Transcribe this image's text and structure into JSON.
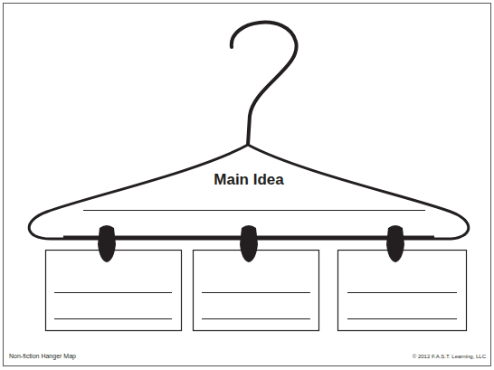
{
  "diagram": {
    "nodes": [
      {
        "text": [
          "Main Idea"
        ]
      }
    ],
    "labels": [
      "Non-fiction Hanger Map",
      "© 2012 F.A.S.T. Learning, LLC"
    ]
  }
}
